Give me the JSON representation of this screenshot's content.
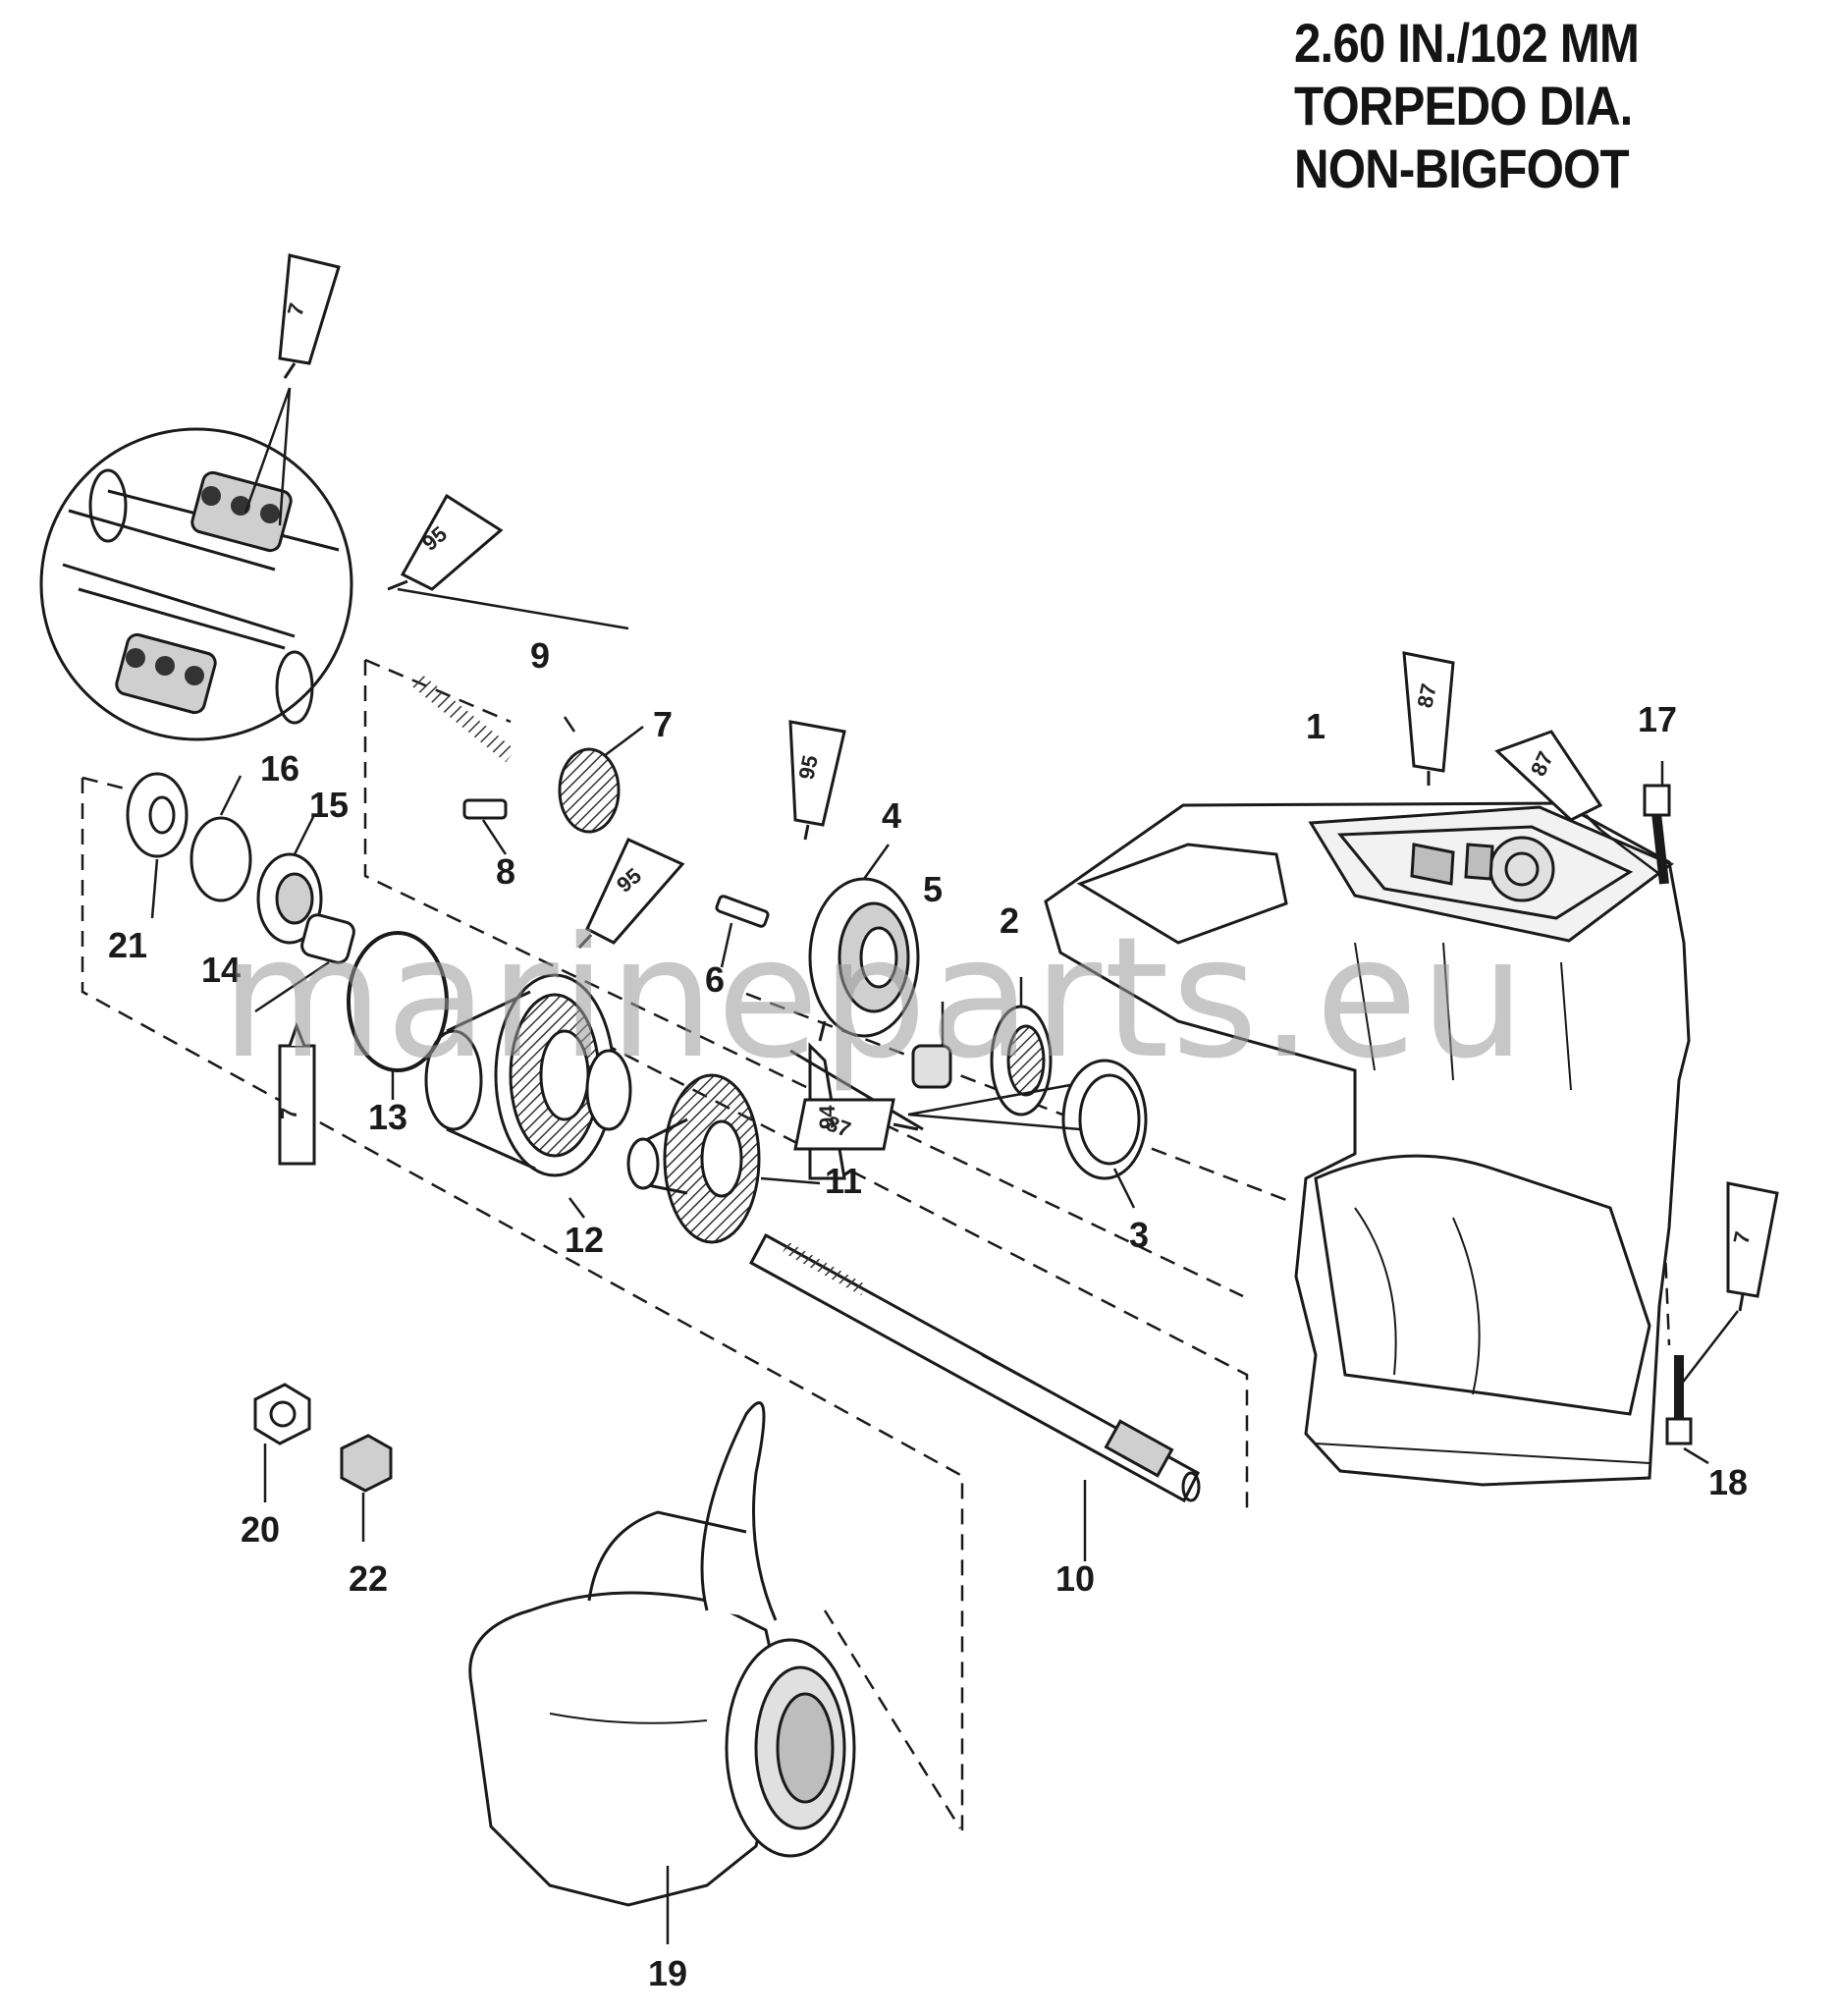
{
  "title": {
    "line1": "2.60 IN./102 MM",
    "line2": "TORPEDO DIA.",
    "line3": "NON-BIGFOOT"
  },
  "watermark": "marineparts.eu",
  "callouts": {
    "c1": "1",
    "c2": "2",
    "c3": "3",
    "c4": "4",
    "c5": "5",
    "c6": "6",
    "c7": "7",
    "c8": "8",
    "c9": "9",
    "c10": "10",
    "c11": "11",
    "c12": "12",
    "c13": "13",
    "c14": "14",
    "c15": "15",
    "c16": "16",
    "c17": "17",
    "c18": "18",
    "c19": "19",
    "c20": "20",
    "c21": "21",
    "c22": "22"
  },
  "tubes": {
    "t_top": "7",
    "t_detail": "95",
    "t_carrier": "95",
    "t_pin": "95",
    "t_gear": "87",
    "t_bear": "87",
    "t_seal": "7",
    "t_housing": "87",
    "t_shaft": "94",
    "t_bolt": "7"
  },
  "colors": {
    "line": "#1a1a1a",
    "fill": "#ffffff",
    "shade": "#cfcfcf",
    "watermark": "#9a9a9a"
  }
}
